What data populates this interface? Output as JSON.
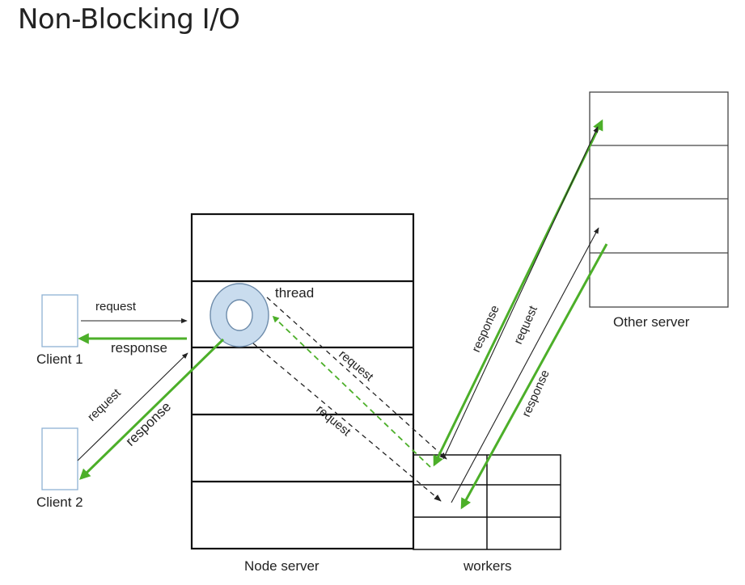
{
  "title": "Non-Blocking I/O",
  "nodes": {
    "client1": "Client 1",
    "client2": "Client 2",
    "node_server": "Node server",
    "workers": "workers",
    "other_server": "Other server",
    "thread": "thread"
  },
  "edges": {
    "c1_request": "request",
    "c1_response": "response",
    "c2_request": "request",
    "c2_response": "response",
    "w_request_1": "request",
    "w_request_2": "request",
    "o_response_1": "response",
    "o_request": "request",
    "o_response_2": "response"
  },
  "colors": {
    "response_arrow": "#4caf29",
    "request_arrow": "#222222",
    "thread_fill": "#c9dcee",
    "client_stroke": "#8fb2d4"
  }
}
